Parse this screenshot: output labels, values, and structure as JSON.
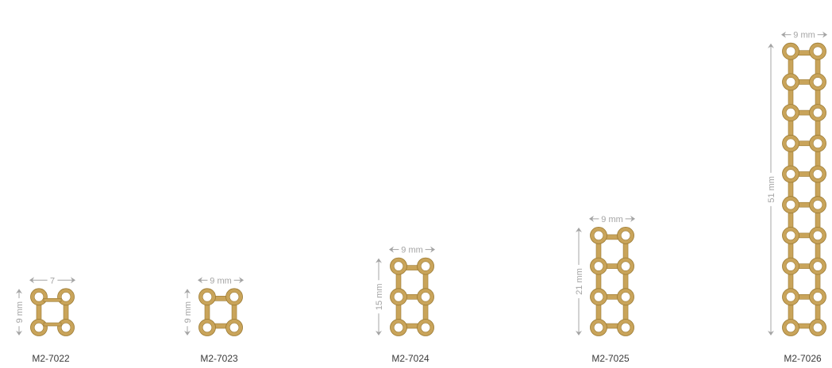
{
  "colors": {
    "plate_fill": "#c9a45a",
    "plate_edge": "#9b7a33",
    "hole_fill": "#ffffff",
    "dimension": "#a4a4a4",
    "label": "#3a3a3a"
  },
  "plates": [
    {
      "code": "M2-7022",
      "rows": 2,
      "cols": 2,
      "width_label": "7",
      "height_label": "9 mm"
    },
    {
      "code": "M2-7023",
      "rows": 2,
      "cols": 2,
      "width_label": "9 mm",
      "height_label": "9 mm"
    },
    {
      "code": "M2-7024",
      "rows": 3,
      "cols": 2,
      "width_label": "9 mm",
      "height_label": "15 mm"
    },
    {
      "code": "M2-7025",
      "rows": 4,
      "cols": 2,
      "width_label": "9 mm",
      "height_label": "21 mm"
    },
    {
      "code": "M2-7026",
      "rows": 10,
      "cols": 2,
      "width_label": "9 mm",
      "height_label": "51 mm"
    }
  ]
}
